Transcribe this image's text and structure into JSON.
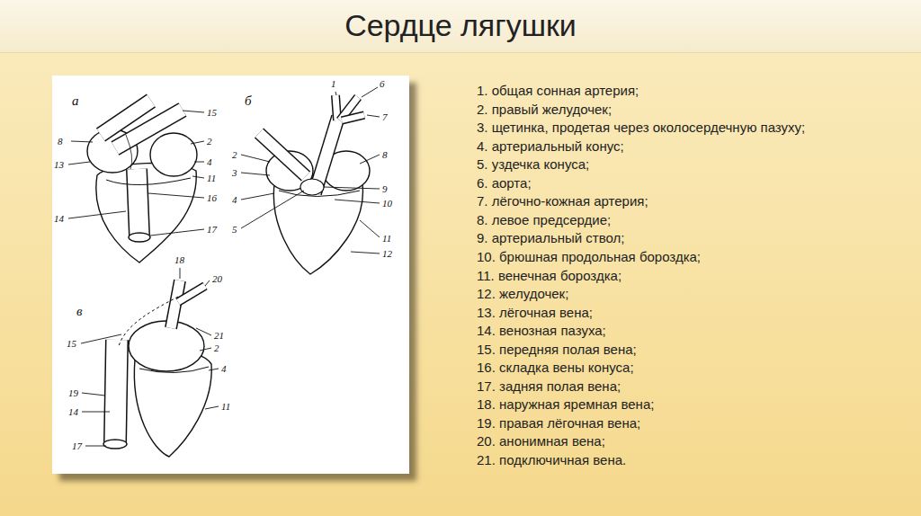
{
  "diagram": {
    "title": "Сердце лягушки",
    "labels": [
      "а",
      "15",
      "8",
      "2",
      "13",
      "4",
      "11",
      "16",
      "14",
      "17",
      "б",
      "1",
      "6",
      "7",
      "2",
      "8",
      "3",
      "9",
      "4",
      "10",
      "5",
      "11",
      "12",
      "в",
      "18",
      "20",
      "21",
      "15",
      "2",
      "4",
      "19",
      "14",
      "11",
      "17",
      "1. общая сонная артерия;",
      "2. правый желудочек;",
      "3. щетинка, продетая через околосердечную пазуху;",
      "4. артериальный конус;",
      "5. уздечка конуса;",
      "6. аорта;",
      "7. лёгочно-кожная артерия;",
      "8. левое предсердие;",
      "9. артериальный ствол;",
      "10. брюшная продольная бороздка;",
      "11. венечная бороздка;",
      "12. желудочек;",
      "13. лёгочная вена;",
      "14. венозная пазуха;",
      "15. передняя полая вена;",
      "16. складка вены конуса;",
      "17. задняя полая вена;",
      "18. наружная яремная вена;",
      "19. правая лёгочная вена;",
      "20. анонимная вена;",
      "21. подключичная вена."
    ]
  }
}
